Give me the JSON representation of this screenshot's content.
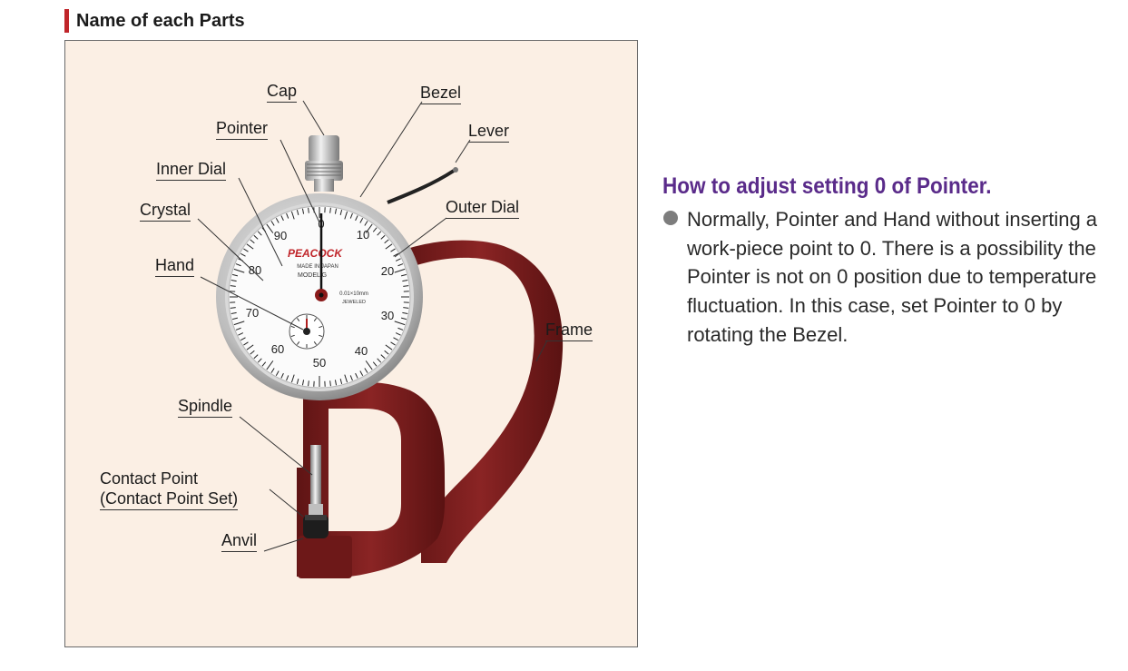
{
  "section": {
    "title": "Name of each Parts"
  },
  "parts": {
    "cap": "Cap",
    "bezel": "Bezel",
    "pointer": "Pointer",
    "lever": "Lever",
    "inner_dial": "Inner Dial",
    "outer_dial": "Outer Dial",
    "crystal": "Crystal",
    "hand": "Hand",
    "frame": "Frame",
    "spindle": "Spindle",
    "contact_point_line1": "Contact Point",
    "contact_point_line2": "(Contact Point Set)",
    "anvil": "Anvil"
  },
  "gauge": {
    "brand": "PEACOCK",
    "made_in": "MADE IN JAPAN",
    "model": "MODEL G",
    "resolution": "0.01×10mm",
    "jeweled": "JEWELED",
    "numbers": [
      "0",
      "10",
      "20",
      "30",
      "40",
      "50",
      "60",
      "70",
      "80",
      "90"
    ]
  },
  "colors": {
    "section_bar": "#c0252a",
    "frame": "#7a1f1f",
    "box_bg": "#fbefe4",
    "info_title": "#5a2b8a"
  },
  "info": {
    "title": "How to adjust setting 0 of Pointer.",
    "bullet_icon": "gray-dot",
    "lines": [
      "Normally, Pointer and Hand without inserting a",
      "work-piece point to 0. There is a possibility the",
      "Pointer is not on 0 position due to temperature",
      "fluctuation. In this case, set Pointer to 0 by",
      "rotating the Bezel."
    ]
  }
}
